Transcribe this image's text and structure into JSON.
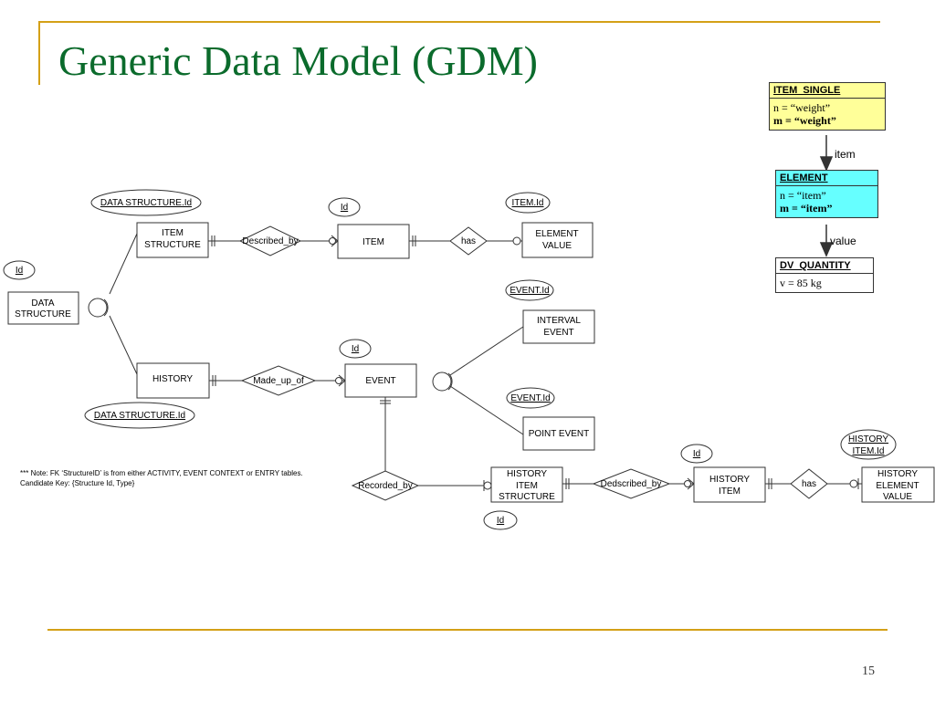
{
  "title": "Generic Data Model (GDM)",
  "page_number": "15",
  "note": {
    "line1": "*** Note: FK ‘StructureID’ is from either ACTIVITY, EVENT CONTEXT or ENTRY tables.",
    "line2": "Candidate Key: {Structure Id, Type}"
  },
  "entities": {
    "data_structure": [
      "DATA",
      "STRUCTURE"
    ],
    "item_structure": [
      "ITEM",
      "STRUCTURE"
    ],
    "item": "ITEM",
    "element_value": [
      "ELEMENT",
      "VALUE"
    ],
    "history": "HISTORY",
    "event": "EVENT",
    "interval_event": [
      "INTERVAL",
      "EVENT"
    ],
    "point_event": "POINT EVENT",
    "history_item_structure": [
      "HISTORY",
      "ITEM",
      "STRUCTURE"
    ],
    "history_item": [
      "HISTORY",
      "ITEM"
    ],
    "history_element_value": [
      "HISTORY",
      "ELEMENT",
      "VALUE"
    ]
  },
  "relationships": {
    "described_by": "Described_by",
    "has_item": "has",
    "made_up_of": "Made_up_of",
    "recorded_by": "Recorded_by",
    "dedscribed_by": "Dedscribed_by",
    "has_history": "has"
  },
  "attributes": {
    "data_structure_id_top": "DATA STRUCTURE.Id",
    "item_id": "Id",
    "item_id_ref": "ITEM.Id",
    "data_structure_id": "Id",
    "event_id_ref_1": "EVENT.Id",
    "event_id": "Id",
    "event_id_ref_2": "EVENT.Id",
    "data_structure_id_bottom": "DATA STRUCTURE.Id",
    "history_item_id_ref": [
      "HISTORY",
      "ITEM.Id"
    ],
    "history_item_id": "Id",
    "history_item_structure_id": "Id"
  },
  "side_diagram": {
    "item_single": {
      "header": "ITEM_SINGLE",
      "line1": "n = “weight”",
      "line2": "m = “weight”",
      "color": "#ffff99"
    },
    "arrow1_label": "item",
    "element": {
      "header": "ELEMENT",
      "line1": "n = “item”",
      "line2": "m = “item”",
      "color": "#66ffff"
    },
    "arrow2_label": "value",
    "dv_quantity": {
      "header": "DV_QUANTITY",
      "line1": "v = 85 kg"
    }
  },
  "colors": {
    "title": "#0b6b2c",
    "accent_line": "#d4a017"
  }
}
